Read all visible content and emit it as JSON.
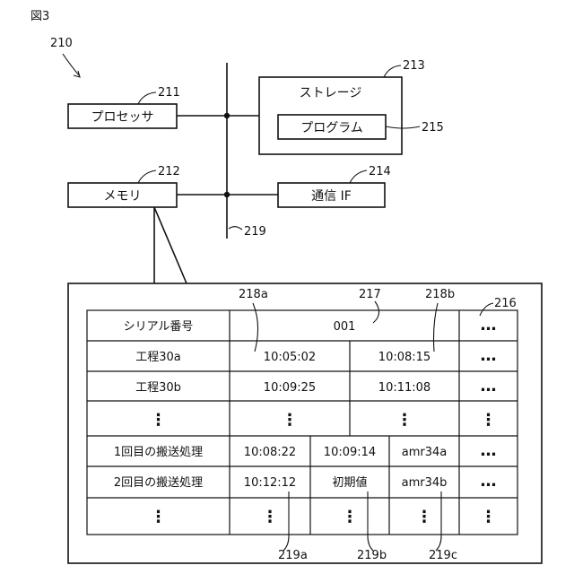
{
  "figure": {
    "label": "図3",
    "ref_system": "210"
  },
  "blocks": {
    "processor": {
      "text": "プロセッサ",
      "ref": "211"
    },
    "memory": {
      "text": "メモリ",
      "ref": "212"
    },
    "storage": {
      "text": "ストレージ",
      "ref": "213"
    },
    "comm_if": {
      "text": "通信 IF",
      "ref": "214"
    },
    "program": {
      "text": "プログラム",
      "ref": "215"
    },
    "bus": {
      "ref": "219"
    }
  },
  "table": {
    "ref": "216",
    "ref_serial_value": "217",
    "ref_col_a": "218a",
    "ref_col_b": "218b",
    "ref_219a": "219a",
    "ref_219b": "219b",
    "ref_219c": "219c",
    "ellipsis_h": "…",
    "ellipsis_v": "⋮",
    "header": {
      "label": "シリアル番号",
      "value": "001"
    },
    "process_rows": [
      {
        "label": "工程30a",
        "start": "10:05:02",
        "end": "10:08:15"
      },
      {
        "label": "工程30b",
        "start": "10:09:25",
        "end": "10:11:08"
      }
    ],
    "transport_rows": [
      {
        "label": "1回目の搬送処理",
        "t1": "10:08:22",
        "t2": "10:09:14",
        "robot": "amr34a"
      },
      {
        "label": "2回目の搬送処理",
        "t1": "10:12:12",
        "t2": "初期値",
        "robot": "amr34b"
      }
    ]
  }
}
